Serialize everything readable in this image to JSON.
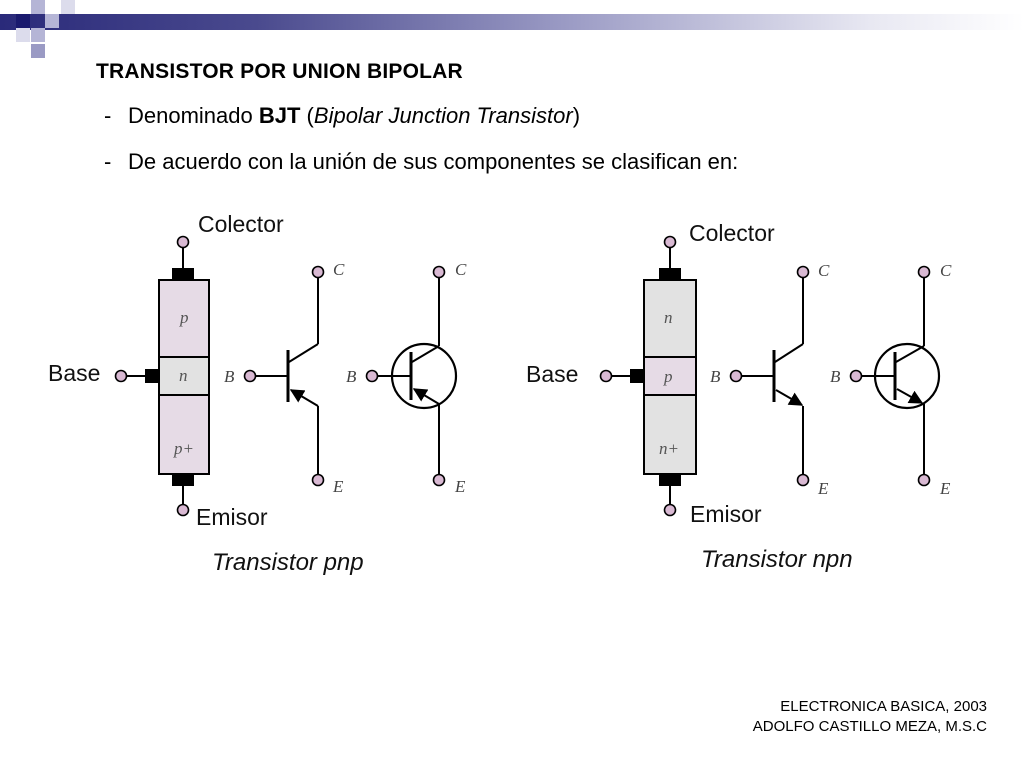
{
  "slide": {
    "title": "TRANSISTOR POR UNION BIPOLAR",
    "bullets": [
      {
        "dash": "-",
        "prefix": "Denominado ",
        "bold": "BJT",
        "open": " (",
        "italic": "Bipolar Junction Transistor",
        "close": ")"
      },
      {
        "dash": "-",
        "text": "De acuerdo con la unión de sus componentes se clasifican en:"
      }
    ],
    "footer": {
      "line1": "ELECTRONICA BASICA, 2003",
      "line2": "ADOLFO CASTILLO MEZA, M.S.C"
    }
  },
  "diagram": {
    "colors": {
      "accent_dark": "#1a1a6e",
      "layer_p": "#e6dbe6",
      "layer_n": "#e2e2e2",
      "terminal": "#d9b9d3"
    },
    "pnp": {
      "collector_label": "Colector",
      "base_label": "Base",
      "emitter_label": "Emisor",
      "layers": [
        "p",
        "n",
        "p+"
      ],
      "symbol_c": "C",
      "symbol_b": "B",
      "symbol_e": "E",
      "circle_c": "C",
      "circle_b": "B",
      "circle_e": "E",
      "caption": "Transistor pnp"
    },
    "npn": {
      "collector_label": "Colector",
      "base_label": "Base",
      "emitter_label": "Emisor",
      "layers": [
        "n",
        "p",
        "n+"
      ],
      "symbol_c": "C",
      "symbol_b": "B",
      "symbol_e": "E",
      "circle_c": "C",
      "circle_b": "B",
      "circle_e": "E",
      "caption": "Transistor npn"
    }
  }
}
